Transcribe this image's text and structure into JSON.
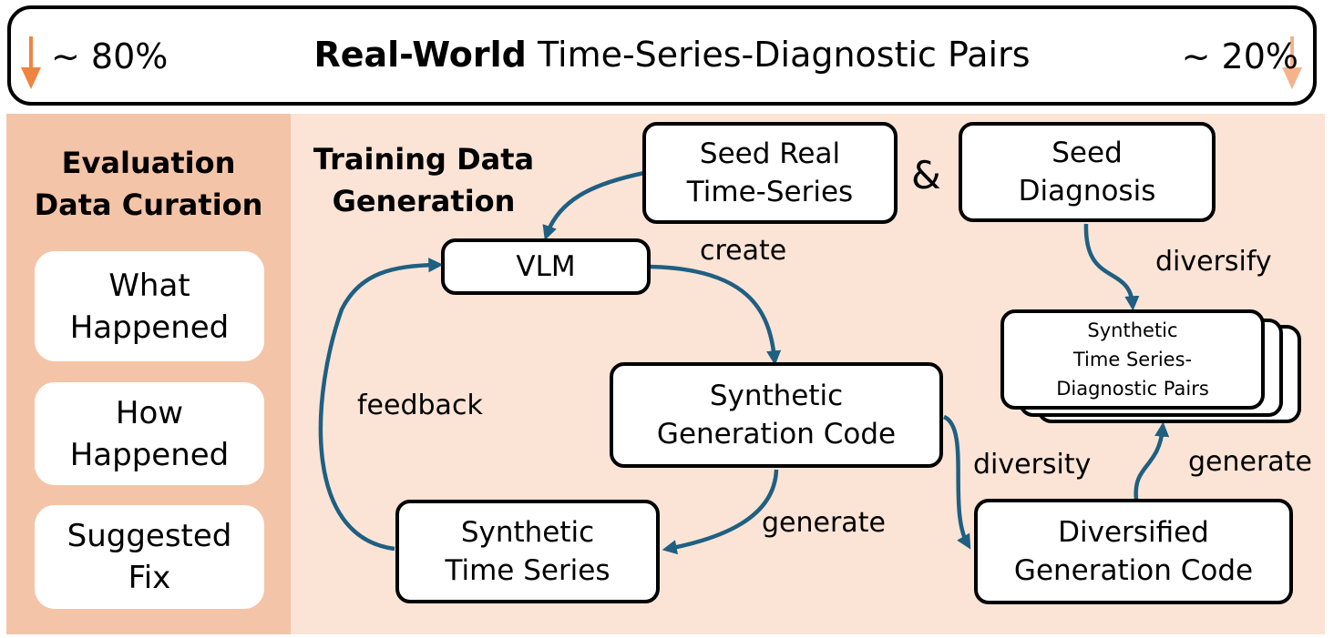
{
  "banner": {
    "left_pct": "~ 80%",
    "title_bold": "Real-World",
    "title_rest": " Time-Series-Diagnostic Pairs",
    "right_pct": "~ 20%",
    "arrow_left_color": "#ef8440",
    "arrow_right_color": "#f4b38c"
  },
  "evaluation": {
    "title": "Evaluation\nData Curation",
    "items": [
      "What\nHappened",
      "How\nHappened",
      "Suggested\nFix"
    ]
  },
  "training": {
    "title": "Training Data\nGeneration",
    "nodes": {
      "seed_real": "Seed Real\nTime-Series",
      "ampersand": "&",
      "seed_diagnosis": "Seed\nDiagnosis",
      "vlm": "VLM",
      "synthetic_code": "Synthetic\nGeneration Code",
      "synthetic_ts": "Synthetic\nTime Series",
      "synthetic_pairs": "Synthetic\nTime Series-\nDiagnostic Pairs",
      "diversified_code": "Diversified\nGeneration Code"
    },
    "edges": {
      "create": "create",
      "feedback": "feedback",
      "generate_ts": "generate",
      "diversity": "diversity",
      "diversify": "diversify",
      "generate_pairs": "generate"
    }
  },
  "colors": {
    "eval_panel": "#f4c4a8",
    "train_panel": "#fbe4d6",
    "arrow": "#1f5f82"
  }
}
